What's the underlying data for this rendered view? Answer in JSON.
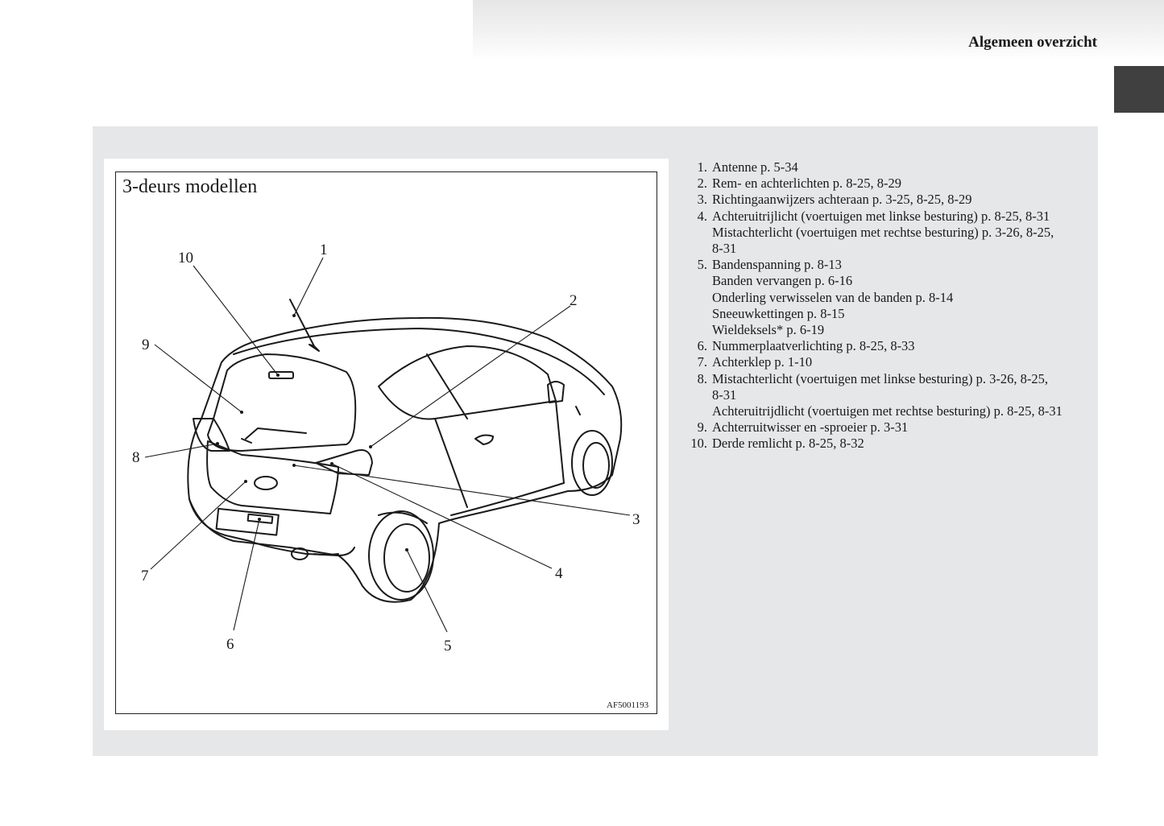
{
  "header": {
    "section_title": "Algemeen overzicht"
  },
  "figure": {
    "title": "3-deurs modellen",
    "code": "AF5001193",
    "callouts": [
      "1",
      "2",
      "3",
      "4",
      "5",
      "6",
      "7",
      "8",
      "9",
      "10"
    ]
  },
  "legend": [
    {
      "num": "1.",
      "lines": [
        "Antenne p. 5-34"
      ]
    },
    {
      "num": "2.",
      "lines": [
        "Rem- en achterlichten p. 8-25, 8-29"
      ]
    },
    {
      "num": "3.",
      "lines": [
        "Richtingaanwijzers achteraan p. 3-25, 8-25, 8-29"
      ]
    },
    {
      "num": "4.",
      "lines": [
        "Achteruitrijlicht (voertuigen met linkse besturing) p. 8-25, 8-31",
        "Mistachterlicht (voertuigen met rechtse besturing) p. 3-26, 8-25,",
        "8-31"
      ]
    },
    {
      "num": "5.",
      "lines": [
        "Bandenspanning p. 8-13",
        "Banden vervangen p. 6-16",
        "Onderling verwisselen van de banden p. 8-14",
        "Sneeuwkettingen p. 8-15",
        "Wieldeksels* p. 6-19"
      ]
    },
    {
      "num": "6.",
      "lines": [
        "Nummerplaatverlichting p. 8-25, 8-33"
      ]
    },
    {
      "num": "7.",
      "lines": [
        "Achterklep p. 1-10"
      ]
    },
    {
      "num": "8.",
      "lines": [
        "Mistachterlicht (voertuigen met linkse besturing) p. 3-26, 8-25,",
        "8-31",
        "Achteruitrijdlicht (voertuigen met rechtse besturing) p. 8-25, 8-31"
      ]
    },
    {
      "num": "9.",
      "lines": [
        "Achterruitwisser en -sproeier p. 3-31"
      ]
    },
    {
      "num": "10.",
      "lines": [
        "Derde remlicht p. 8-25, 8-32"
      ]
    }
  ]
}
